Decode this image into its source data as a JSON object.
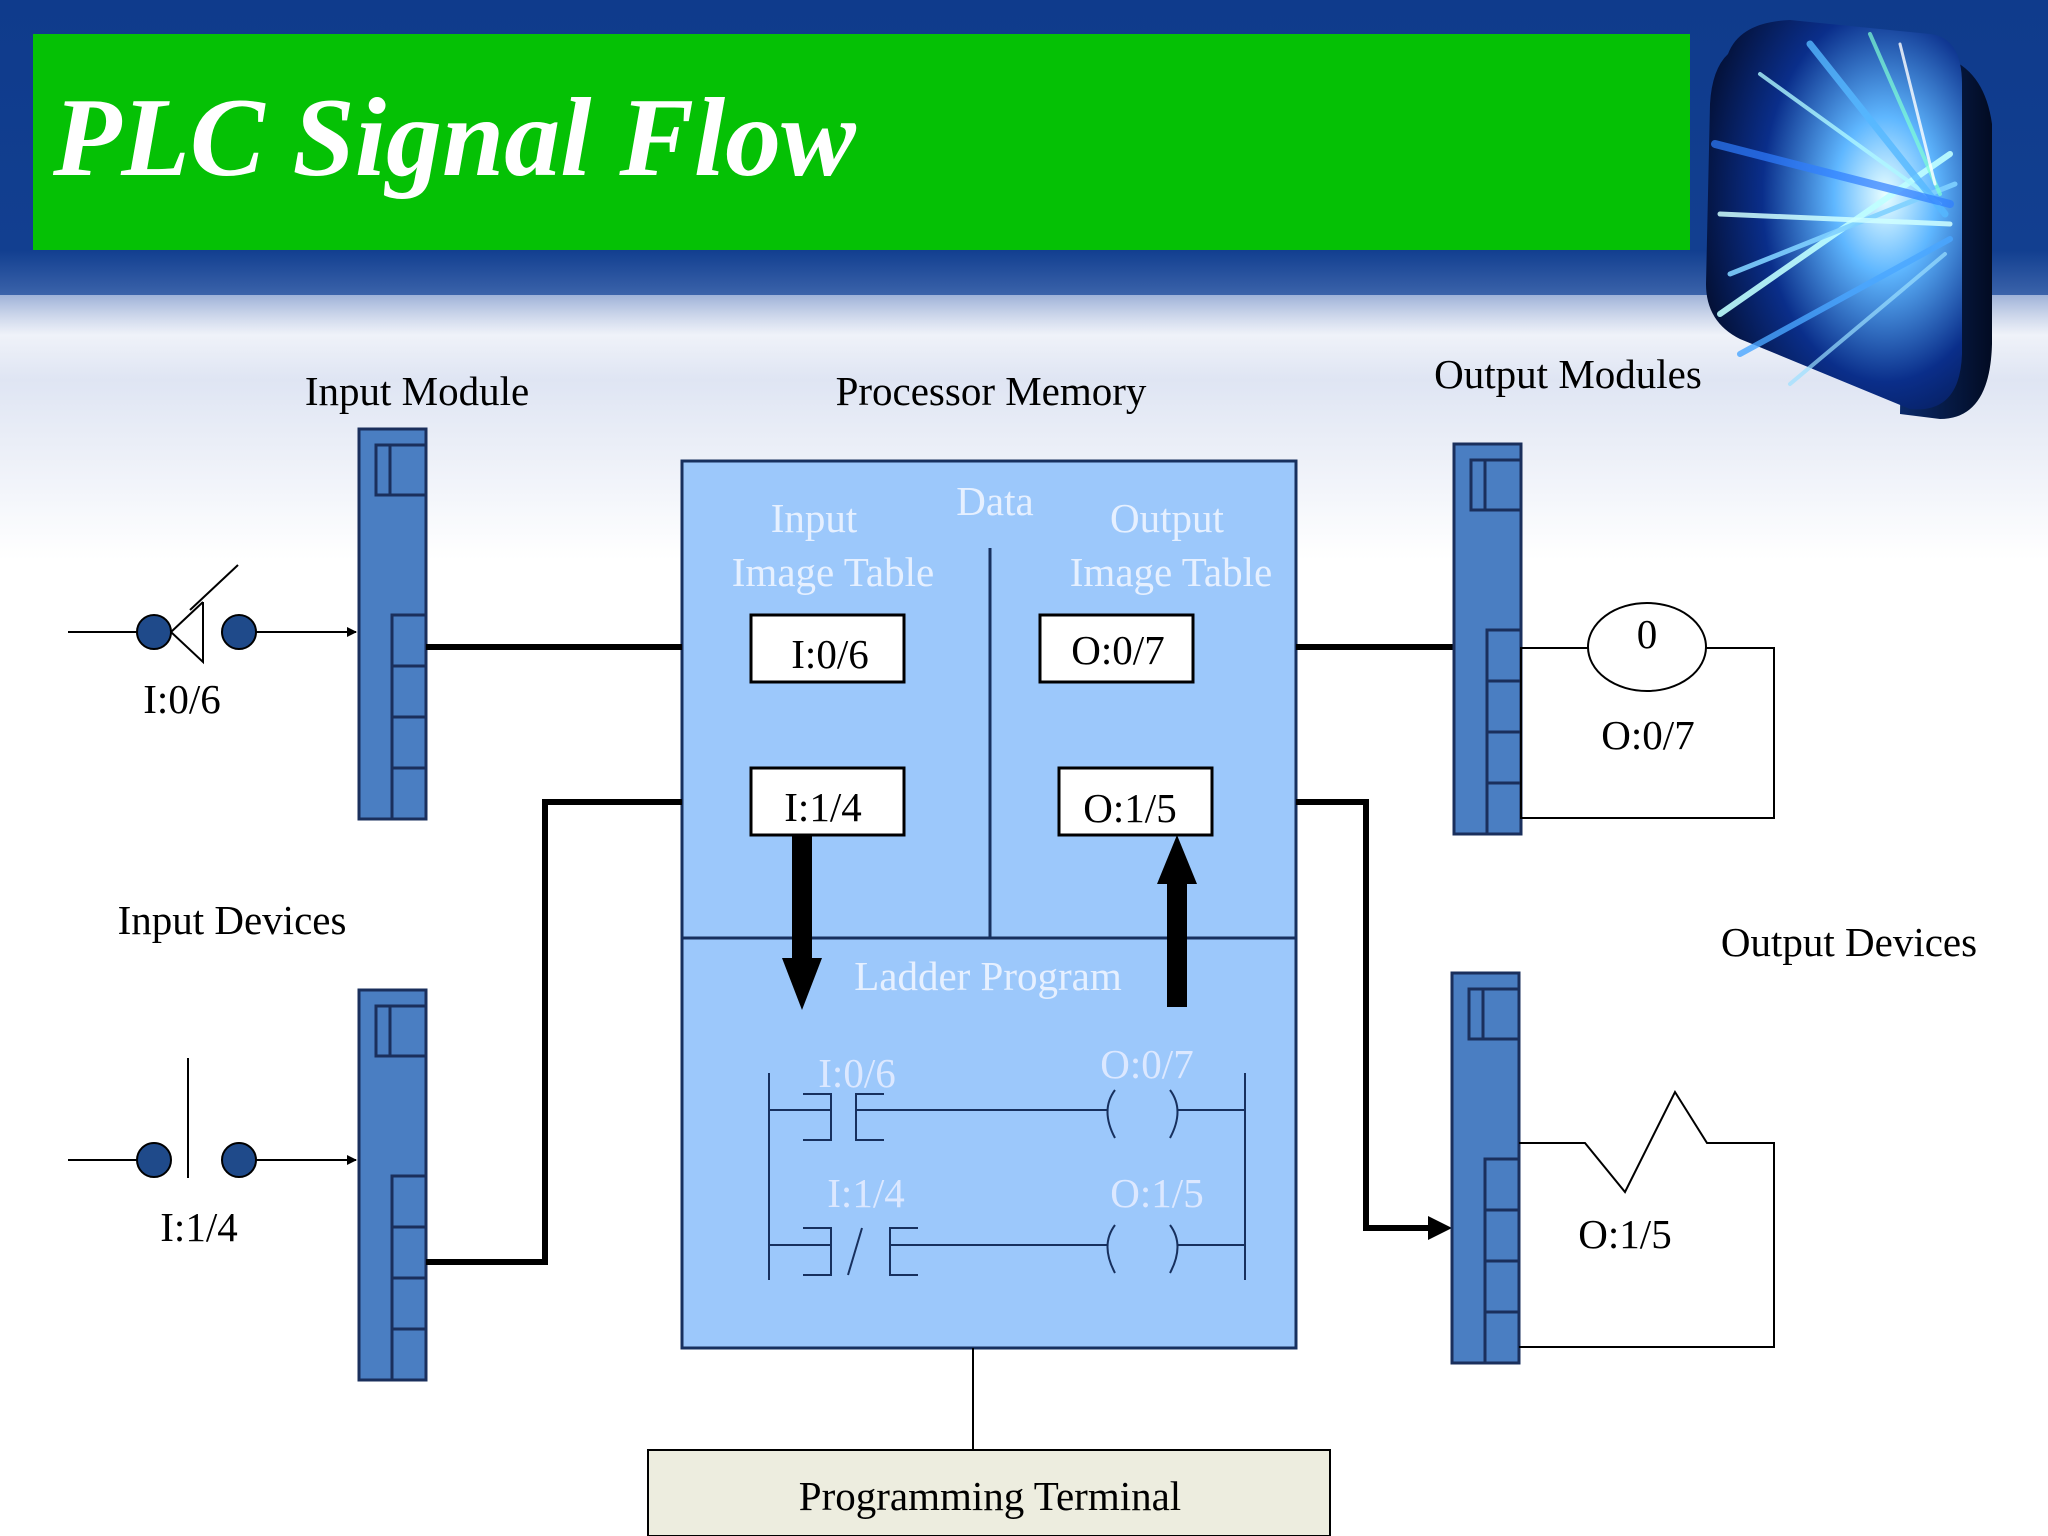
{
  "slide": {
    "title": "PLC Signal Flow"
  },
  "labels": {
    "input_module": "Input Module",
    "processor_memory": "Processor Memory",
    "output_modules": "Output Modules",
    "input_devices": "Input Devices",
    "output_devices": "Output Devices",
    "programming_terminal": "Programming Terminal"
  },
  "memory": {
    "data": "Data",
    "input_table_line1": "Input",
    "input_table_line2": "Image Table",
    "output_table_line1": "Output",
    "output_table_line2": "Image Table",
    "ladder_program": "Ladder Program",
    "cells": {
      "in1": "I:0/6",
      "in2": "I:1/4",
      "out1": "O:0/7",
      "out2": "O:1/5"
    }
  },
  "devices": {
    "input_switch_1": "I:0/6",
    "input_switch_2": "I:1/4",
    "output_lamp": "O:0/7",
    "output_heater": "O:1/5",
    "lamp_symbol": "0"
  },
  "ladder": {
    "rung1_contact": "I:0/6",
    "rung1_coil": "O:0/7",
    "rung2_contact": "I:1/4",
    "rung2_coil": "O:1/5"
  },
  "colors": {
    "header_blue": "#123f90",
    "title_green": "#05c105",
    "memory_fill": "#9cc8fb",
    "module_fill": "#4a7ec2",
    "terminal_fill": "#ededdf"
  },
  "icons": {
    "logo": "light-streak-cube-icon"
  }
}
